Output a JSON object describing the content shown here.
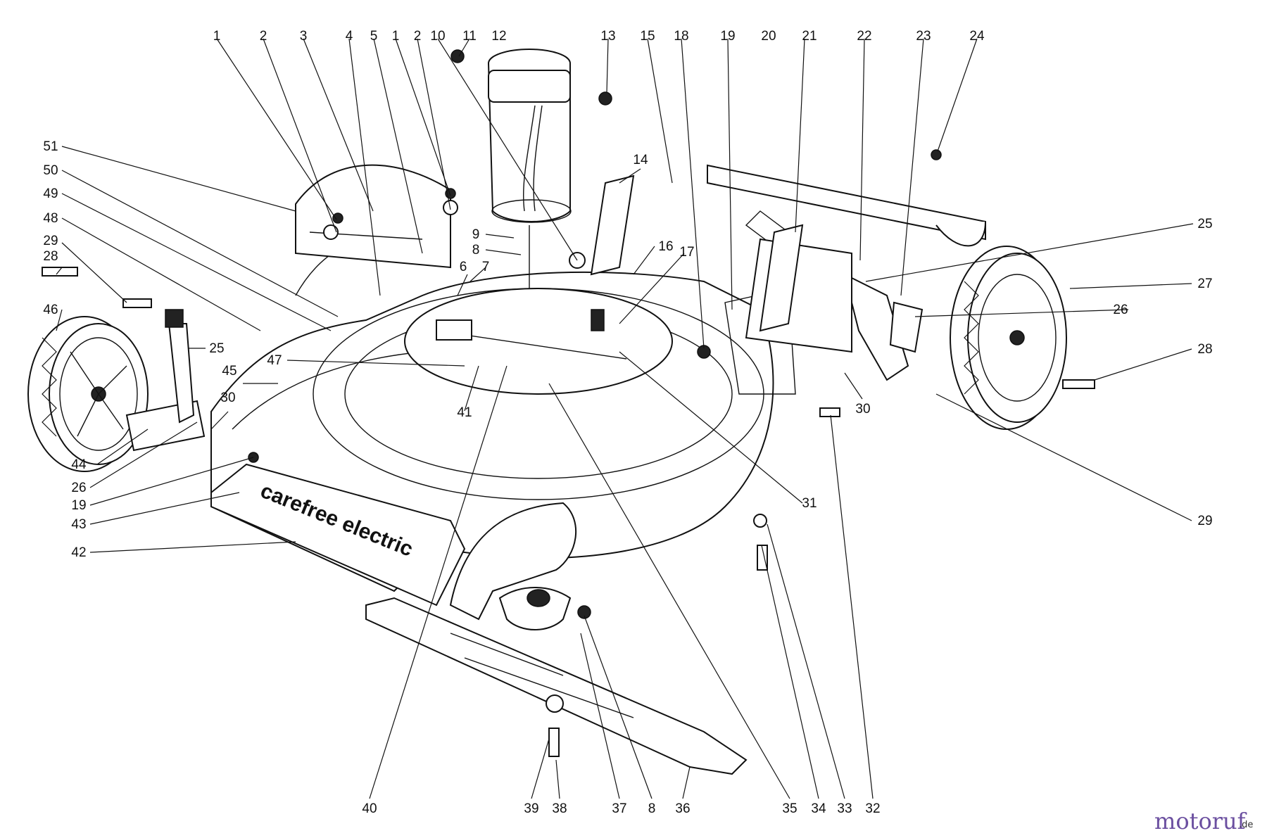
{
  "deck_branding": "carefree electric",
  "watermark": {
    "text": "motoruf",
    "domain_suffix": ".de"
  },
  "callouts": {
    "top": [
      "1",
      "2",
      "3",
      "4",
      "5",
      "1",
      "2",
      "10",
      "11",
      "12",
      "13",
      "15",
      "18",
      "19",
      "20",
      "21",
      "22",
      "23",
      "24"
    ],
    "left": [
      "51",
      "50",
      "49",
      "48",
      "29",
      "28",
      "46",
      "47",
      "45",
      "25",
      "30",
      "44",
      "26",
      "19",
      "43",
      "42"
    ],
    "middle": [
      "9",
      "8",
      "6",
      "7",
      "14",
      "16",
      "17",
      "41"
    ],
    "right": [
      "25",
      "27",
      "26",
      "28",
      "30",
      "31",
      "29"
    ],
    "bottom": [
      "40",
      "39",
      "38",
      "37",
      "8",
      "36",
      "35",
      "34",
      "33",
      "32"
    ]
  }
}
